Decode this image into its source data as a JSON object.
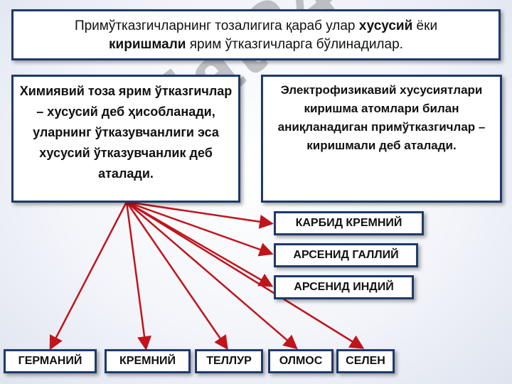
{
  "title": {
    "line1_pre": "Примўтказгичларнинг тозалигига қараб улар ",
    "line1_bold": "хусусий",
    "line1_post": " ёки",
    "line2_bold": "киришмали",
    "line2_post": " ярим ўтказгичларга бўлинадилар."
  },
  "left_box": "Химиявий тоза ярим ўтказгичлар – хусусий деб ҳисобланади, уларнинг ўтказувчанлиги эса хусусий ўтказувчанлик  деб аталади.",
  "right_box": "Электрофизикавий хусусиятлари киришма атомлари билан аниқланадиган примўтказгичлар – киришмали деб аталади.",
  "impurity_items": [
    "КАРБИД КРЕМНИЙ",
    "АРСЕНИД ГАЛЛИЙ",
    "АРСЕНИД ИНДИЙ"
  ],
  "intrinsic_items": [
    "ГЕРМАНИЙ",
    "КРЕМНИЙ",
    "ТЕЛЛУР",
    "ОЛМОС",
    "СЕЛЕН"
  ],
  "watermark": "Hujjat24",
  "colors": {
    "border": "#1f3a6b",
    "arrow": "#c0141c",
    "watermark": "#5a5a64"
  }
}
